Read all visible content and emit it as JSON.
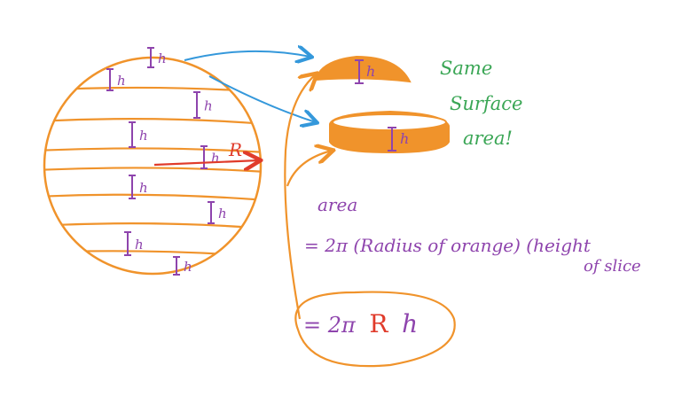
{
  "colors": {
    "orange": "#f0932b",
    "purple": "#8e44ad",
    "blue": "#3498db",
    "red": "#e03b2b",
    "green": "#3aa655"
  },
  "slice_height_label": "h",
  "radius_label": "R",
  "slice_label_count": 12,
  "side_note": [
    "Same",
    "Surface",
    "area!"
  ],
  "area_word": "area",
  "formula_line1": "= 2π (Radius of orange) (height",
  "formula_line2": "of slice",
  "result": {
    "prefix": "= 2π",
    "R": "R",
    "h": "h"
  }
}
